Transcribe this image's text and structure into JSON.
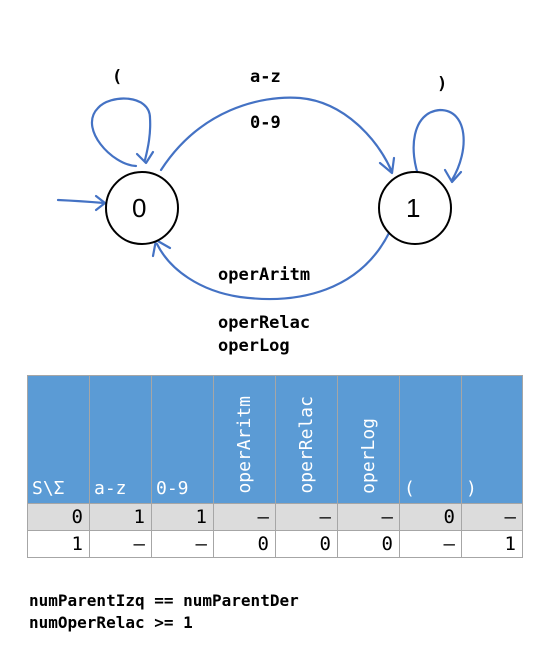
{
  "diagram": {
    "states": [
      {
        "id": "state-0",
        "label": "0"
      },
      {
        "id": "state-1",
        "label": "1"
      }
    ],
    "loop_label_state0": "(",
    "loop_label_state1": ")",
    "edge_0_to_1_labels": [
      "a-z",
      "0-9"
    ],
    "edge_1_to_0_labels": [
      "operAritm",
      "operRelac",
      "operLog"
    ]
  },
  "table": {
    "headers": [
      "S\\Σ",
      "a-z",
      "0-9",
      "operAritm",
      "operRelac",
      "operLog",
      "(",
      ")"
    ],
    "rows": [
      [
        "0",
        "1",
        "1",
        "–",
        "–",
        "–",
        "0",
        "–"
      ],
      [
        "1",
        "–",
        "–",
        "0",
        "0",
        "0",
        "–",
        "1"
      ]
    ]
  },
  "conditions": [
    "numParentIzq == numParentDer",
    "numOperRelac >= 1"
  ],
  "colors": {
    "pen": "#4472c4",
    "header_bg": "#5b9bd5",
    "row_shade": "#dcdcdc"
  }
}
